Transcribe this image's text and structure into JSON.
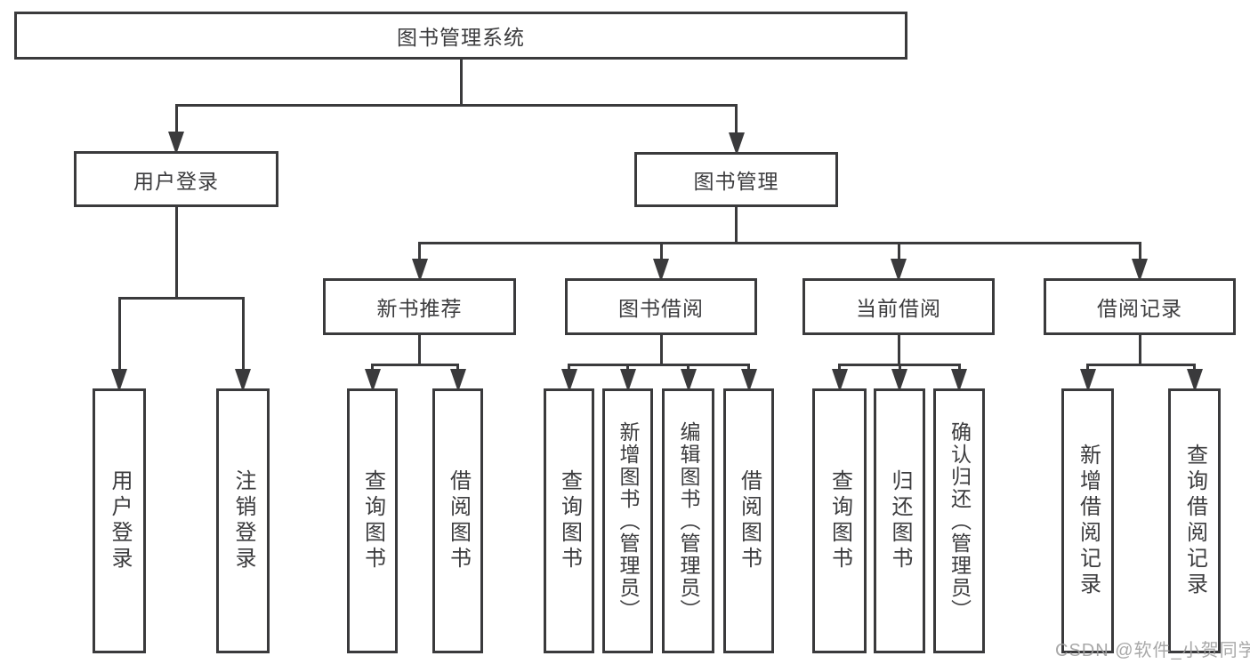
{
  "tree": {
    "id": "root",
    "label": "图书管理系统",
    "children": [
      {
        "id": "user-login",
        "label": "用户登录",
        "children": [
          {
            "id": "login-leaf",
            "label": "用户登录"
          },
          {
            "id": "logout-leaf",
            "label": "注销登录"
          }
        ]
      },
      {
        "id": "book-mgmt",
        "label": "图书管理",
        "children": [
          {
            "id": "new-books",
            "label": "新书推荐",
            "children": [
              {
                "id": "nb-query",
                "label": "查询图书"
              },
              {
                "id": "nb-borrow",
                "label": "借阅图书"
              }
            ]
          },
          {
            "id": "book-borrow",
            "label": "图书借阅",
            "children": [
              {
                "id": "bb-query",
                "label": "查询图书"
              },
              {
                "id": "bb-add",
                "label": "新增图书（管理员）"
              },
              {
                "id": "bb-edit",
                "label": "编辑图书（管理员）"
              },
              {
                "id": "bb-borrow",
                "label": "借阅图书"
              }
            ]
          },
          {
            "id": "current-borrow",
            "label": "当前借阅",
            "children": [
              {
                "id": "cb-query",
                "label": "查询图书"
              },
              {
                "id": "cb-return",
                "label": "归还图书"
              },
              {
                "id": "cb-confirm",
                "label": "确认归还（管理员）"
              }
            ]
          },
          {
            "id": "borrow-records",
            "label": "借阅记录",
            "children": [
              {
                "id": "br-add",
                "label": "新增借阅记录"
              },
              {
                "id": "br-query",
                "label": "查询借阅记录"
              }
            ]
          }
        ]
      }
    ]
  },
  "colors": {
    "line": "#3a3a3c",
    "text": "#3c3c3e",
    "background": "#ffffff"
  },
  "watermark": "CSDN @软件_小贺同学"
}
